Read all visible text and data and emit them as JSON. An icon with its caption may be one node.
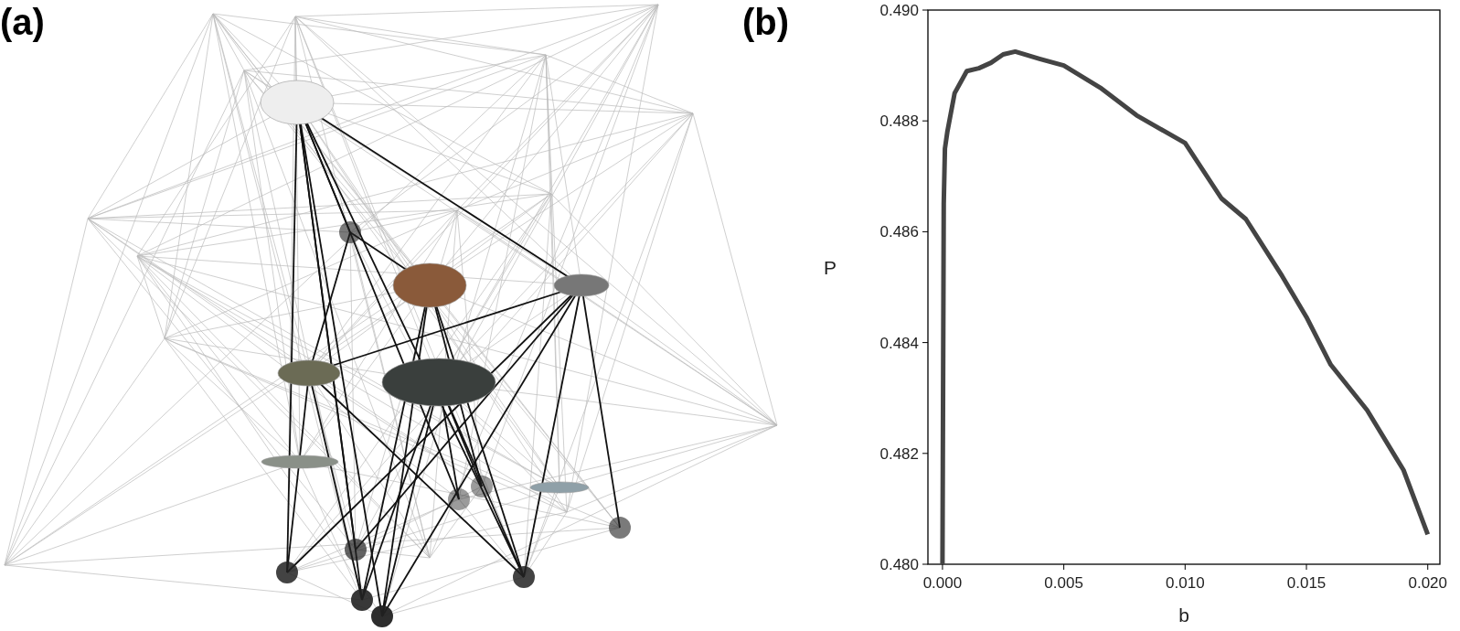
{
  "diagram": {
    "labels": [
      "(a)",
      "(b)"
    ],
    "chart_data": {
      "type": "line",
      "xlabel": "b",
      "ylabel": "P",
      "x": [
        0.0,
        5e-05,
        0.0001,
        0.0002,
        0.0005,
        0.001,
        0.0015,
        0.002,
        0.0025,
        0.003,
        0.004,
        0.005,
        0.0065,
        0.008,
        0.01,
        0.0115,
        0.0125,
        0.014,
        0.015,
        0.016,
        0.0175,
        0.019,
        0.02
      ],
      "series": [
        {
          "color": "#444444",
          "values": [
            0.48,
            0.4865,
            0.4875,
            0.4878,
            0.4885,
            0.4889,
            0.48895,
            0.48905,
            0.4892,
            0.48925,
            0.48912,
            0.489,
            0.4886,
            0.4881,
            0.4876,
            0.4866,
            0.48623,
            0.4852,
            0.48446,
            0.4836,
            0.48278,
            0.4817,
            0.48054
          ]
        }
      ],
      "xlim": [
        -0.0006,
        0.0205
      ],
      "ylim": [
        0.48,
        0.49
      ],
      "xticks": [
        {
          "value": 0,
          "label": "0.000"
        },
        {
          "value": 0.005,
          "label": "0.005"
        },
        {
          "value": 0.01,
          "label": "0.010"
        },
        {
          "value": 0.015,
          "label": "0.015"
        },
        {
          "value": 0.02,
          "label": "0.020"
        }
      ],
      "yticks": [
        {
          "value": 0.48,
          "label": "0.480"
        },
        {
          "value": 0.482,
          "label": "0.482"
        },
        {
          "value": 0.484,
          "label": "0.484"
        },
        {
          "value": 0.486,
          "label": "0.486"
        },
        {
          "value": 0.488,
          "label": "0.488"
        },
        {
          "value": 0.49,
          "label": "0.490"
        }
      ]
    }
  }
}
